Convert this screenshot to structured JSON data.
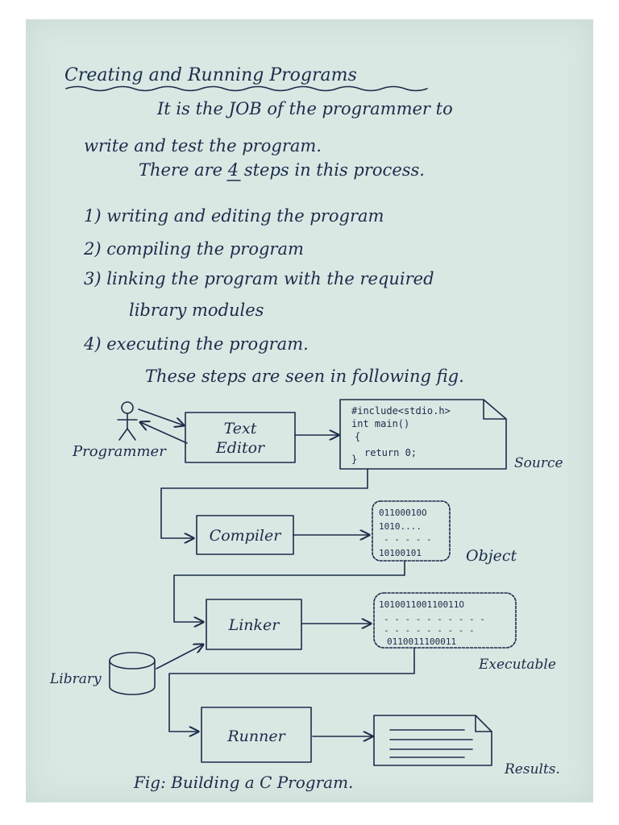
{
  "note": {
    "title": "Creating and Running Programs",
    "intro_line1": "It is the JOB of the programmer to",
    "intro_line2": "write and test the program.",
    "intro_line3_pre": "There are",
    "intro_count": "4",
    "intro_line3_post": "steps in this process.",
    "steps": [
      "1) writing and editing the program",
      "2) compiling the program",
      "3) linking the program with the required",
      "library modules",
      "4) executing the program."
    ],
    "figure_intro": "These steps are seen in following fig."
  },
  "diagram": {
    "actor_label": "Programmer",
    "editor_label_line1": "Text",
    "editor_label_line2": "Editor",
    "source_code": [
      "#include<stdio.h>",
      "int main()",
      "{",
      "return 0;",
      "}"
    ],
    "source_label": "Source",
    "compiler_label": "Compiler",
    "object_bits": [
      "01100010O",
      "1010....",
      "- - - - -",
      "10100101"
    ],
    "object_label": "Object",
    "linker_label": "Linker",
    "library_label": "Library",
    "executable_bits": [
      "101001100110011O",
      "- - - - - - - - - -",
      "- - - - - - - - -",
      "0110011100011"
    ],
    "executable_label": "Executable",
    "runner_label": "Runner",
    "results_label": "Results.",
    "caption": "Fig: Building a C Program."
  }
}
